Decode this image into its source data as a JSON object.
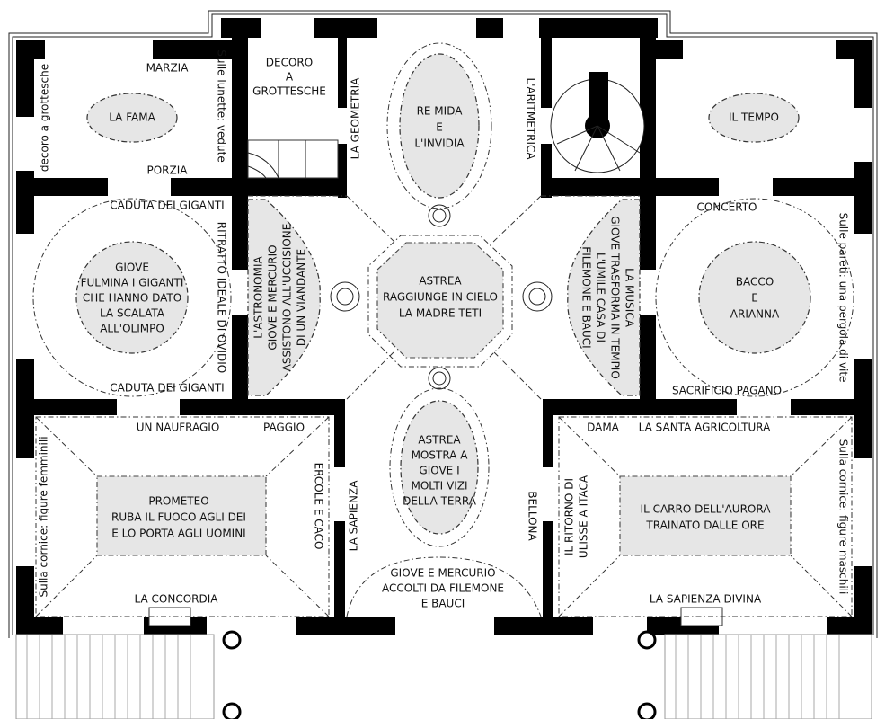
{
  "rooms": {
    "nw": {
      "scene": [
        "LA FAMA"
      ],
      "top": "MARZIA",
      "bottom": "PORZIA",
      "left": "decoro a grottesche",
      "right": "Sulle lunette: vedute"
    },
    "stair_nw": {
      "text": [
        "DECORO",
        "A",
        "GROTTESCHE"
      ]
    },
    "center_top": {
      "oval": [
        "RE MIDA",
        "E",
        "L'INVIDIA"
      ],
      "left": "LA GEOMETRIA",
      "right": "L'ARITMETRICA"
    },
    "ne": {
      "scene": [
        "IL TEMPO"
      ]
    },
    "w": {
      "scene": [
        "GIOVE",
        "FULMINA I GIGANTI",
        "CHE HANNO DATO",
        "LA SCALATA",
        "ALL'OLIMPO"
      ],
      "top": "CADUTA DEI GIGANTI",
      "bottom": "CADUTA DEI GIGANTI",
      "right": "RITRATTO IDEALE DI OVIDIO"
    },
    "center": {
      "octagon": [
        "ASTREA",
        "RAGGIUNGE IN CIELO",
        "LA MADRE TETI"
      ],
      "left_lunette": [
        "L'ASTRONOMIA",
        "GIOVE E MERCURIO",
        "ASSISTONO ALL'UCCISIONE",
        "DI UN VIANDANTE"
      ],
      "right_lunette": [
        "LA MUSICA",
        "GIOVE TRASFORMA IN TEMPIO",
        "L'UMILE CASA DI",
        "FILEMONE E BAUCI"
      ],
      "oval_bottom": [
        "ASTREA",
        "MOSTRA A",
        "GIOVE I",
        "MOLTI VIZI",
        "DELLA TERRA"
      ],
      "left_low": "LA SAPIENZA",
      "right_low": "BELLONA",
      "bottom_lunette": [
        "GIOVE E MERCURIO",
        "ACCOLTI DA FILEMONE",
        "E BAUCI"
      ]
    },
    "e": {
      "scene": [
        "BACCO",
        "E",
        "ARIANNA"
      ],
      "top": "CONCERTO",
      "bottom": "SACRIFICIO PAGANO",
      "right": "Sulle pareti: una pergola di vite"
    },
    "sw": {
      "scene": [
        "PROMETEO",
        "RUBA IL FUOCO AGLI DEI",
        "E LO PORTA AGLI UOMINI"
      ],
      "top_left": "UN NAUFRAGIO",
      "top_right": "PAGGIO",
      "right": "ERCOLE E CACO",
      "bottom": "LA CONCORDIA",
      "left": "Sulla cornice: figure femminili"
    },
    "se": {
      "scene": [
        "IL CARRO DELL'AURORA",
        "TRAINATO DALLE ORE"
      ],
      "top_left": "DAMA",
      "top_right": "LA SANTA AGRICOLTURA",
      "left": [
        "IL RITORNO DI",
        "ULISSE A ITACA"
      ],
      "bottom": "LA SAPIENZA DIVINA",
      "right": "Sulla cornice: figure maschili"
    }
  }
}
